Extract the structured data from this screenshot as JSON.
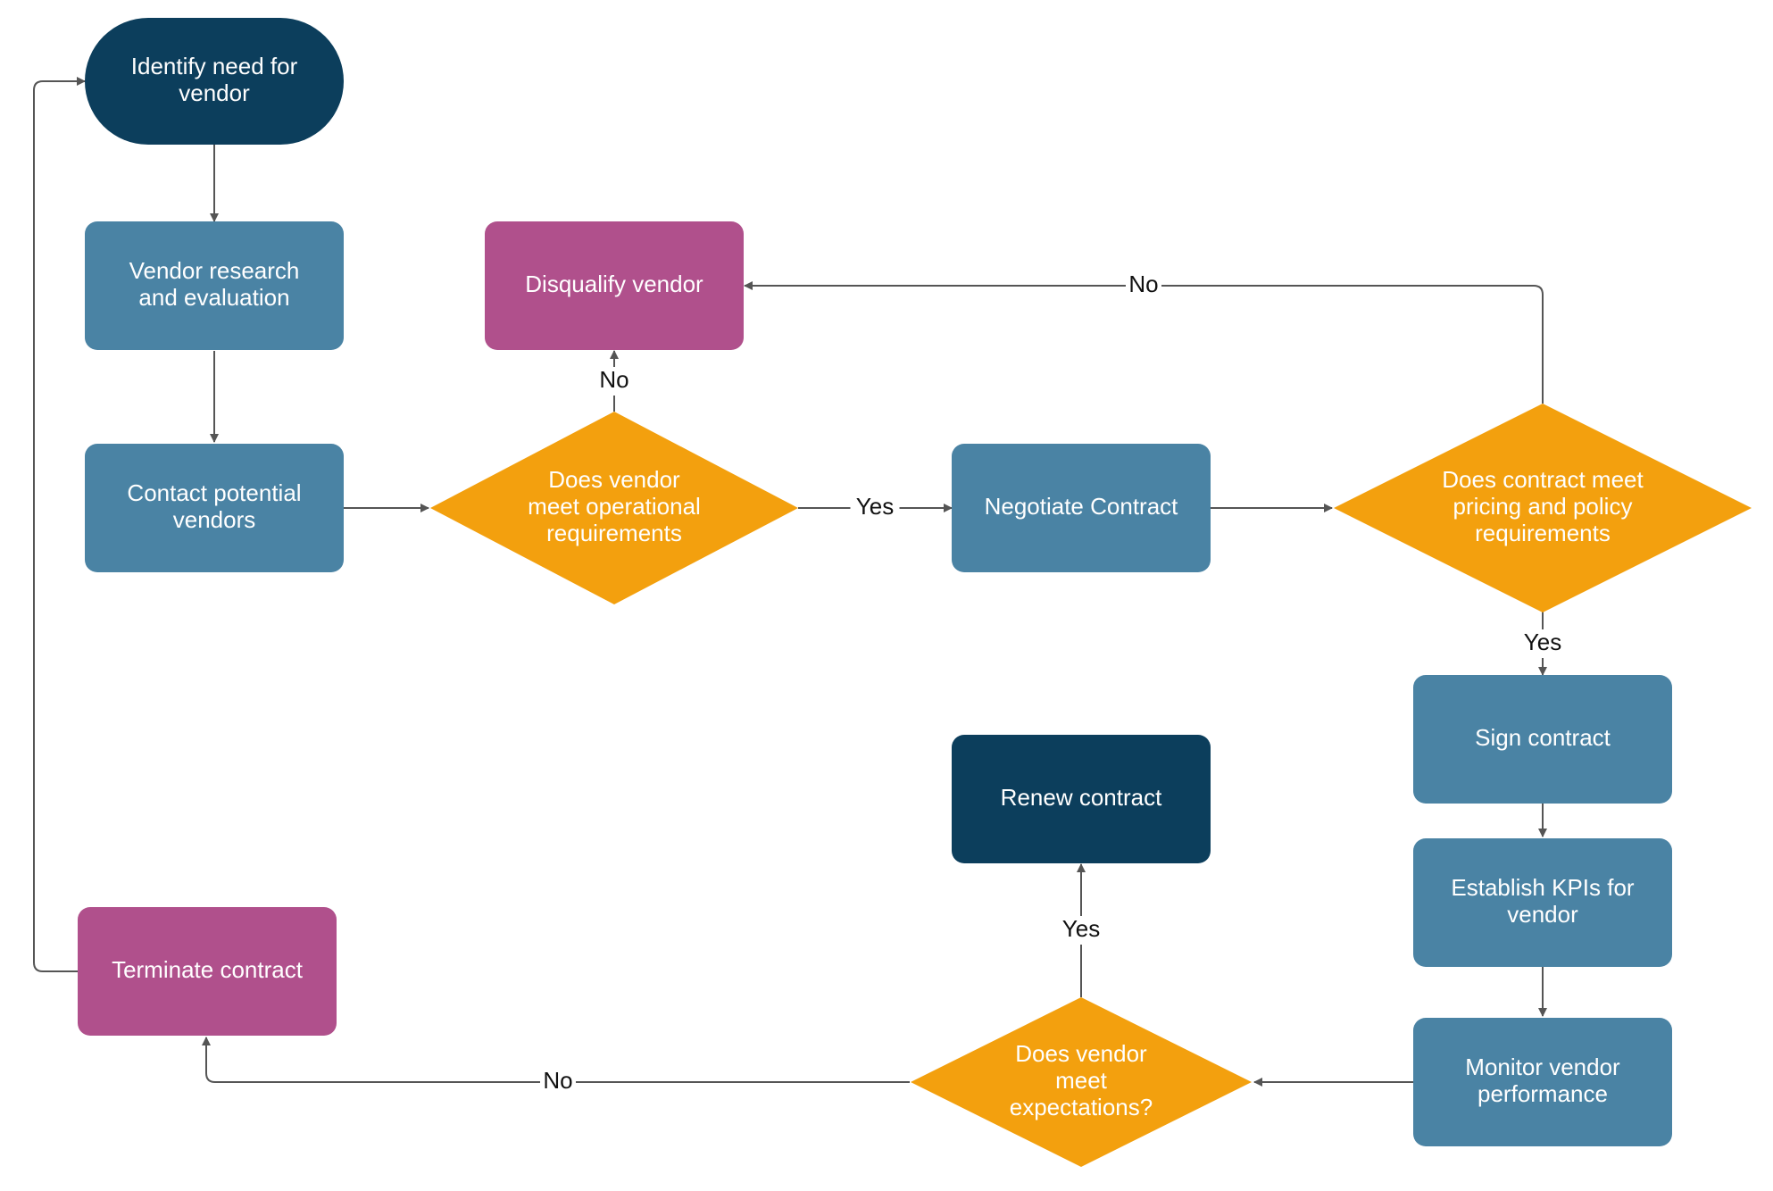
{
  "colors": {
    "dark": "#0c3e5c",
    "blue": "#4a83a4",
    "magenta": "#b0508c",
    "orange": "#f3a00e",
    "line": "#555555"
  },
  "nodes": {
    "identify": {
      "lines": [
        "Identify need for",
        "vendor"
      ],
      "shape": "terminal",
      "color": "dark"
    },
    "research": {
      "lines": [
        "Vendor research",
        "and evaluation"
      ],
      "shape": "process",
      "color": "blue"
    },
    "contact": {
      "lines": [
        "Contact potential",
        "vendors"
      ],
      "shape": "process",
      "color": "blue"
    },
    "operational": {
      "lines": [
        "Does vendor",
        "meet operational",
        "requirements"
      ],
      "shape": "decision",
      "color": "orange"
    },
    "disqualify": {
      "lines": [
        "Disqualify vendor"
      ],
      "shape": "process",
      "color": "magenta"
    },
    "negotiate": {
      "lines": [
        "Negotiate Contract"
      ],
      "shape": "process",
      "color": "blue"
    },
    "pricing": {
      "lines": [
        "Does contract meet",
        "pricing and policy",
        "requirements"
      ],
      "shape": "decision",
      "color": "orange"
    },
    "sign": {
      "lines": [
        "Sign contract"
      ],
      "shape": "process",
      "color": "blue"
    },
    "kpis": {
      "lines": [
        "Establish KPIs for",
        "vendor"
      ],
      "shape": "process",
      "color": "blue"
    },
    "monitor": {
      "lines": [
        "Monitor vendor",
        "performance"
      ],
      "shape": "process",
      "color": "blue"
    },
    "expectations": {
      "lines": [
        "Does vendor",
        "meet",
        "expectations?"
      ],
      "shape": "decision",
      "color": "orange"
    },
    "renew": {
      "lines": [
        "Renew contract"
      ],
      "shape": "process",
      "color": "dark"
    },
    "terminate": {
      "lines": [
        "Terminate contract"
      ],
      "shape": "process",
      "color": "magenta"
    }
  },
  "edges": [
    {
      "from": "identify",
      "to": "research",
      "label": ""
    },
    {
      "from": "research",
      "to": "contact",
      "label": ""
    },
    {
      "from": "contact",
      "to": "operational",
      "label": ""
    },
    {
      "from": "operational",
      "to": "disqualify",
      "label": "No"
    },
    {
      "from": "operational",
      "to": "negotiate",
      "label": "Yes"
    },
    {
      "from": "negotiate",
      "to": "pricing",
      "label": ""
    },
    {
      "from": "pricing",
      "to": "disqualify",
      "label": "No"
    },
    {
      "from": "pricing",
      "to": "sign",
      "label": "Yes"
    },
    {
      "from": "sign",
      "to": "kpis",
      "label": ""
    },
    {
      "from": "kpis",
      "to": "monitor",
      "label": ""
    },
    {
      "from": "monitor",
      "to": "expectations",
      "label": ""
    },
    {
      "from": "expectations",
      "to": "renew",
      "label": "Yes"
    },
    {
      "from": "expectations",
      "to": "terminate",
      "label": "No"
    },
    {
      "from": "terminate",
      "to": "identify",
      "label": ""
    }
  ]
}
